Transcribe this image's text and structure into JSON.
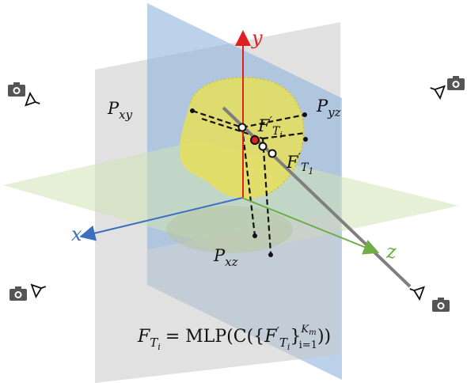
{
  "axes": {
    "x": {
      "label": "x",
      "color": "#3d6fc0"
    },
    "y": {
      "label": "y",
      "color": "#e02020"
    },
    "z": {
      "label": "z",
      "color": "#70ad47"
    }
  },
  "planes": {
    "xy": {
      "label_main": "P",
      "label_sub": "xy"
    },
    "yz": {
      "label_main": "P",
      "label_sub": "yz"
    },
    "xz": {
      "label_main": "P",
      "label_sub": "xz"
    }
  },
  "features": {
    "fti": {
      "main": "F",
      "prime": "′",
      "sub_main": "T",
      "sub_sub": "i"
    },
    "ft1": {
      "main": "F",
      "prime": "′",
      "sub_main": "T",
      "sub_sub": "1"
    }
  },
  "formula": {
    "lhs_main": "F",
    "lhs_sub": "T",
    "lhs_subsub": "i",
    "eq": "= MLP(C({",
    "f_main": "F",
    "f_prime": "′",
    "f_sub": "T",
    "f_subsub": "i",
    "close_brace": "}",
    "sup_main": "K",
    "sup_sub": "m",
    "sub_index": "i=1",
    "close": "))"
  },
  "colors": {
    "plane_gray": "#c9c9c9",
    "plane_blue": "#8fb4dc",
    "plane_green": "#cfe3b5",
    "point_cloud": "#e6df5c",
    "highlight": "#e02020"
  }
}
